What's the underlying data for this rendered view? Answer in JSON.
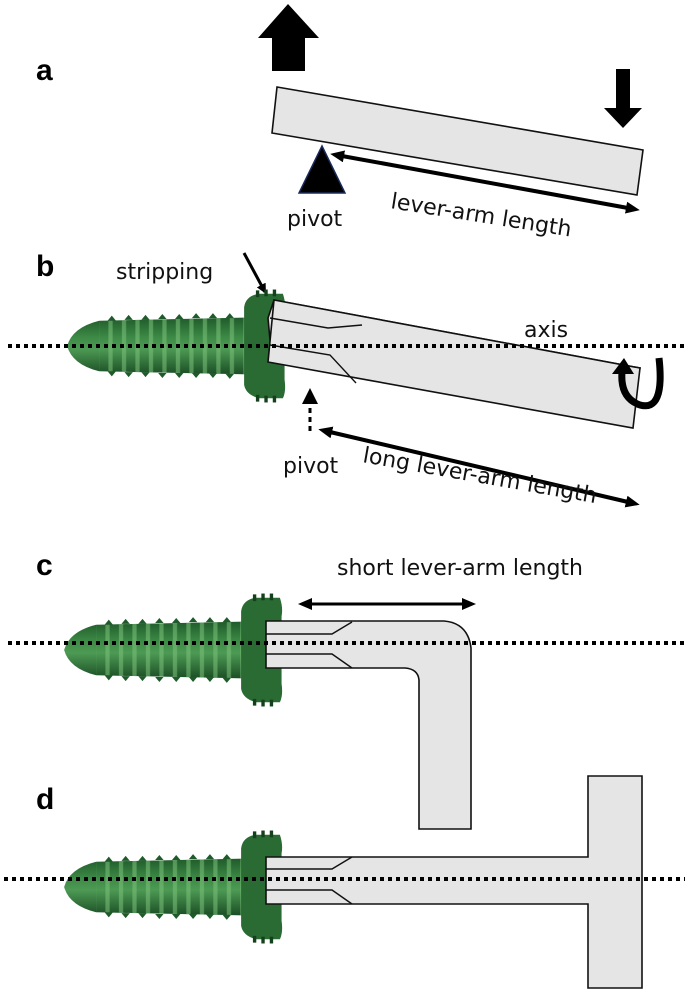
{
  "figure": {
    "panels": [
      {
        "id": "a",
        "label": "a",
        "annotations": {
          "pivot": "pivot",
          "lever_arm": "lever-arm length"
        }
      },
      {
        "id": "b",
        "label": "b",
        "annotations": {
          "stripping": "stripping",
          "axis": "axis",
          "pivot": "pivot",
          "lever_arm": "long lever-arm length"
        }
      },
      {
        "id": "c",
        "label": "c",
        "annotations": {
          "lever_arm": "short lever-arm length"
        }
      },
      {
        "id": "d",
        "label": "d",
        "annotations": {}
      }
    ],
    "colors": {
      "screw_dark": "#1f5a2a",
      "screw_mid": "#2f7a3a",
      "screw_light": "#6fb46f",
      "tool_fill": "#e5e5e5",
      "outline": "#111111"
    },
    "icons": {
      "force_up": "up-arrow-icon",
      "force_down": "down-arrow-icon",
      "pivot": "triangle-fulcrum-icon",
      "rotation": "curved-rotation-arrow-icon"
    }
  }
}
